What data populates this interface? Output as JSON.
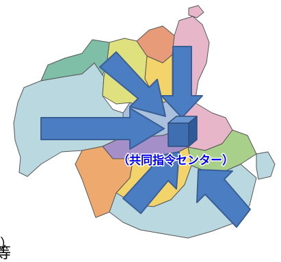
{
  "center_label": "（共同指令センター）",
  "left_edge_fragments": {
    "paren": "）",
    "kanji": "等"
  },
  "colors": {
    "region_teal": "#7fbfa8",
    "region_yellow_green": "#dfe17e",
    "region_pink": "#e7b7c9",
    "region_salmon": "#e89b79",
    "region_gold": "#f3d46b",
    "region_light_blue": "#b9d8e0",
    "region_orange": "#eeaa6e",
    "region_green": "#a8d08a",
    "region_purple": "#a48fc9",
    "region_gray_blue": "#a9c1dc",
    "arrow_fill": "#4a7dc2",
    "arrow_stroke": "#3a5f96",
    "label_text": "#0000ee"
  },
  "icons": [
    "center-cube-icon",
    "arrow-from-west",
    "arrow-from-north",
    "arrow-from-northwest",
    "arrow-from-southwest",
    "arrow-from-southeast"
  ]
}
